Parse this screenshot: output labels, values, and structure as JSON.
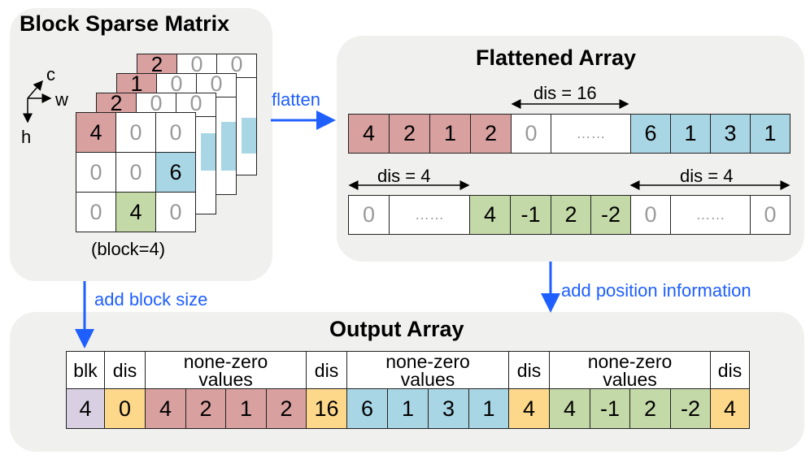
{
  "block_sparse": {
    "title": "Block Sparse Matrix",
    "axes": {
      "c": "c",
      "w": "w",
      "h": "h"
    },
    "back_layers": [
      {
        "tl": "2",
        "r1": [
          "0",
          "0"
        ]
      },
      {
        "tl": "1",
        "r1": [
          "0",
          "0"
        ]
      },
      {
        "tl": "2",
        "r1": [
          "0",
          "0"
        ]
      }
    ],
    "front_grid": [
      [
        "4",
        "0",
        "0"
      ],
      [
        "0",
        "0",
        "6"
      ],
      [
        "0",
        "4",
        "0"
      ]
    ],
    "caption": "(block=4)"
  },
  "flattened": {
    "title": "Flattened Array",
    "flatten_label": "flatten",
    "row1": [
      "4",
      "2",
      "1",
      "2",
      "0",
      "……",
      "6",
      "1",
      "3",
      "1"
    ],
    "row1_dis": "dis = 16",
    "row2": [
      "0",
      "……",
      "4",
      "-1",
      "2",
      "-2",
      "0",
      "……",
      "0"
    ],
    "row2_dis_left": "dis = 4",
    "row2_dis_right": "dis = 4"
  },
  "arrows": {
    "add_block_size": "add block size",
    "add_position": "add position information"
  },
  "output": {
    "title": "Output Array",
    "headers": [
      "blk",
      "dis",
      "none-zero values",
      "dis",
      "none-zero values",
      "dis",
      "none-zero values",
      "dis"
    ],
    "values": [
      "4",
      "0",
      "4",
      "2",
      "1",
      "2",
      "16",
      "6",
      "1",
      "3",
      "1",
      "4",
      "4",
      "-1",
      "2",
      "-2",
      "4"
    ]
  }
}
